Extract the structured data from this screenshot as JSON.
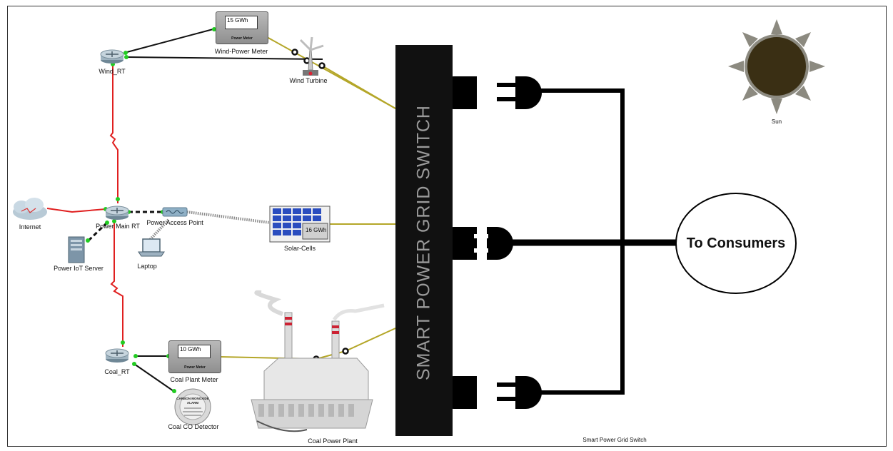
{
  "labels": {
    "wind_meter": "Wind-Power Meter",
    "wind_rt": "Wind_RT",
    "wind_turbine": "Wind Turbine",
    "internet": "Internet",
    "power_main_rt": "Power Main RT",
    "power_access_point": "Power Access Point",
    "power_iot_server": "Power IoT Server",
    "laptop": "Laptop",
    "solar_cells": "Solar-Cells",
    "coal_rt": "Coal_RT",
    "coal_plant_meter": "Coal Plant Meter",
    "coal_co_detector": "Coal CO Detector",
    "coal_power_plant": "Coal Power Plant",
    "smart_grid_caption": "Smart Power Grid Switch",
    "sun": "Sun"
  },
  "switch": {
    "title": "SMART POWER GRID SWITCH"
  },
  "consumers": {
    "label": "To Consumers"
  },
  "meters": {
    "wind": {
      "reading": "15 GWh",
      "caption": "Power Meter"
    },
    "coal": {
      "reading": "10 GWh",
      "caption": "Power Meter"
    },
    "solar": {
      "reading": "16 GWh"
    }
  },
  "co_detector": {
    "text_line1": "CARBON MONOXIDE",
    "text_line2": "ALARM"
  },
  "colors": {
    "grid_link": "#b4a628",
    "network_link": "#e02020",
    "data_link": "#111111",
    "wireless_link": "#8a8a8a",
    "port_ok": "#22cc22",
    "switch_bar": "#111111",
    "sun_body": "#3a2f14",
    "sun_rays": "#8c8a80"
  },
  "icons": {
    "router": "router-icon",
    "cloud": "cloud-icon",
    "server": "server-icon",
    "laptop": "laptop-icon",
    "solar_panel": "solar-panel-icon",
    "wind_turbine": "wind-turbine-icon",
    "factory": "factory-icon",
    "plug": "plug-icon",
    "socket": "socket-icon",
    "sun": "sun-icon",
    "co_detector": "co-detector-icon"
  }
}
